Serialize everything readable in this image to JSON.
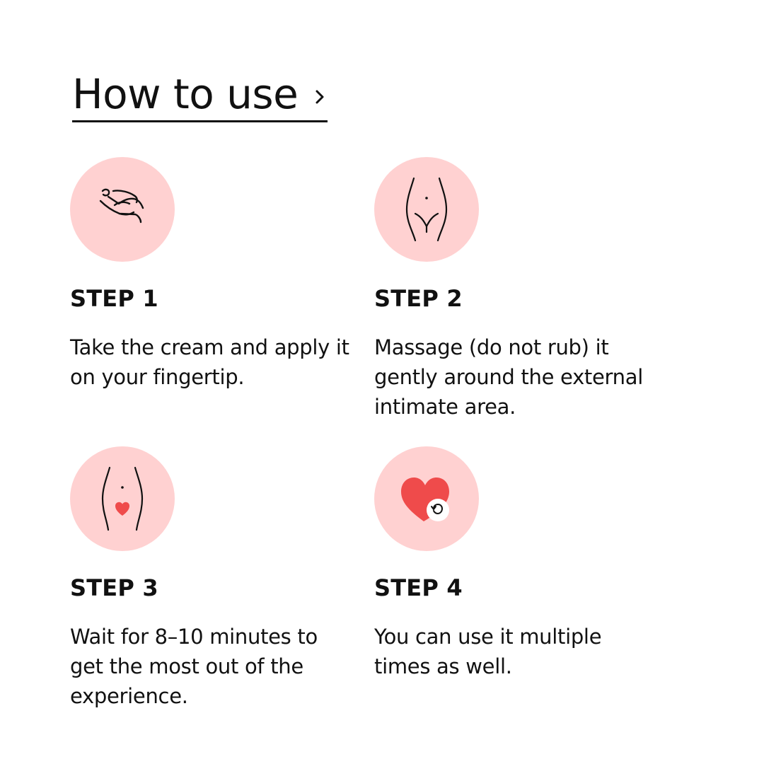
{
  "header": {
    "title": "How to use",
    "chevron_icon": "chevron-right-icon"
  },
  "colors": {
    "icon_background": "#ffd1d1",
    "heart_red": "#ef4b4b",
    "text": "#111111",
    "background": "#ffffff"
  },
  "steps": [
    {
      "icon": "hand-fingertip-icon",
      "title": "STEP 1",
      "text": "Take the cream and apply it on your fingertip."
    },
    {
      "icon": "intimate-area-icon",
      "title": "STEP 2",
      "text": "Massage (do not rub) it gently around the external intimate area."
    },
    {
      "icon": "intimate-heart-icon",
      "title": "STEP 3",
      "text": "Wait for 8–10 minutes to get the most out of the experience."
    },
    {
      "icon": "heart-repeat-icon",
      "title": "STEP 4",
      "text": "You can use it multiple times as well."
    }
  ]
}
